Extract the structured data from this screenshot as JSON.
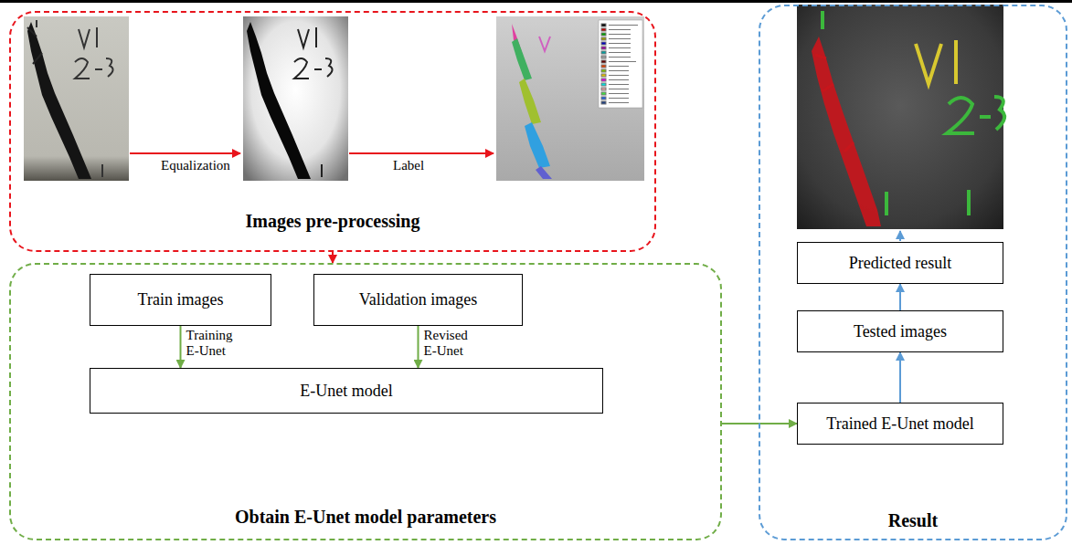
{
  "diagram": {
    "nodes": [
      {
        "text": [
          "Images pre-processing"
        ]
      },
      {
        "text": [
          "Obtain E-Unet model parameters"
        ]
      },
      {
        "text": [
          "Train images"
        ],
        "in": 1
      },
      {
        "text": [
          "Validation images"
        ],
        "in": 1
      },
      {
        "text": [
          "E-Unet model"
        ],
        "in": 1
      },
      {
        "text": [
          "Result"
        ]
      },
      {
        "text": [
          "Predicted result"
        ],
        "in": 5
      },
      {
        "text": [
          "Tested images"
        ],
        "in": 5
      },
      {
        "text": [
          "Trained E-Unet model"
        ],
        "in": 5
      }
    ],
    "edges": [
      {
        "from": 0,
        "to": 1,
        "arrow": "to"
      },
      {
        "from": 2,
        "to": 4,
        "label": "Training E-Unet",
        "arrow": "to"
      },
      {
        "from": 3,
        "to": 4,
        "label": "Revised E-Unet",
        "arrow": "to"
      },
      {
        "from": 1,
        "to": 8,
        "arrow": "to"
      },
      {
        "from": 8,
        "to": 7,
        "arrow": "to"
      },
      {
        "from": 7,
        "to": 6,
        "arrow": "to"
      }
    ],
    "labels": [
      "Equalization",
      "Label"
    ]
  }
}
